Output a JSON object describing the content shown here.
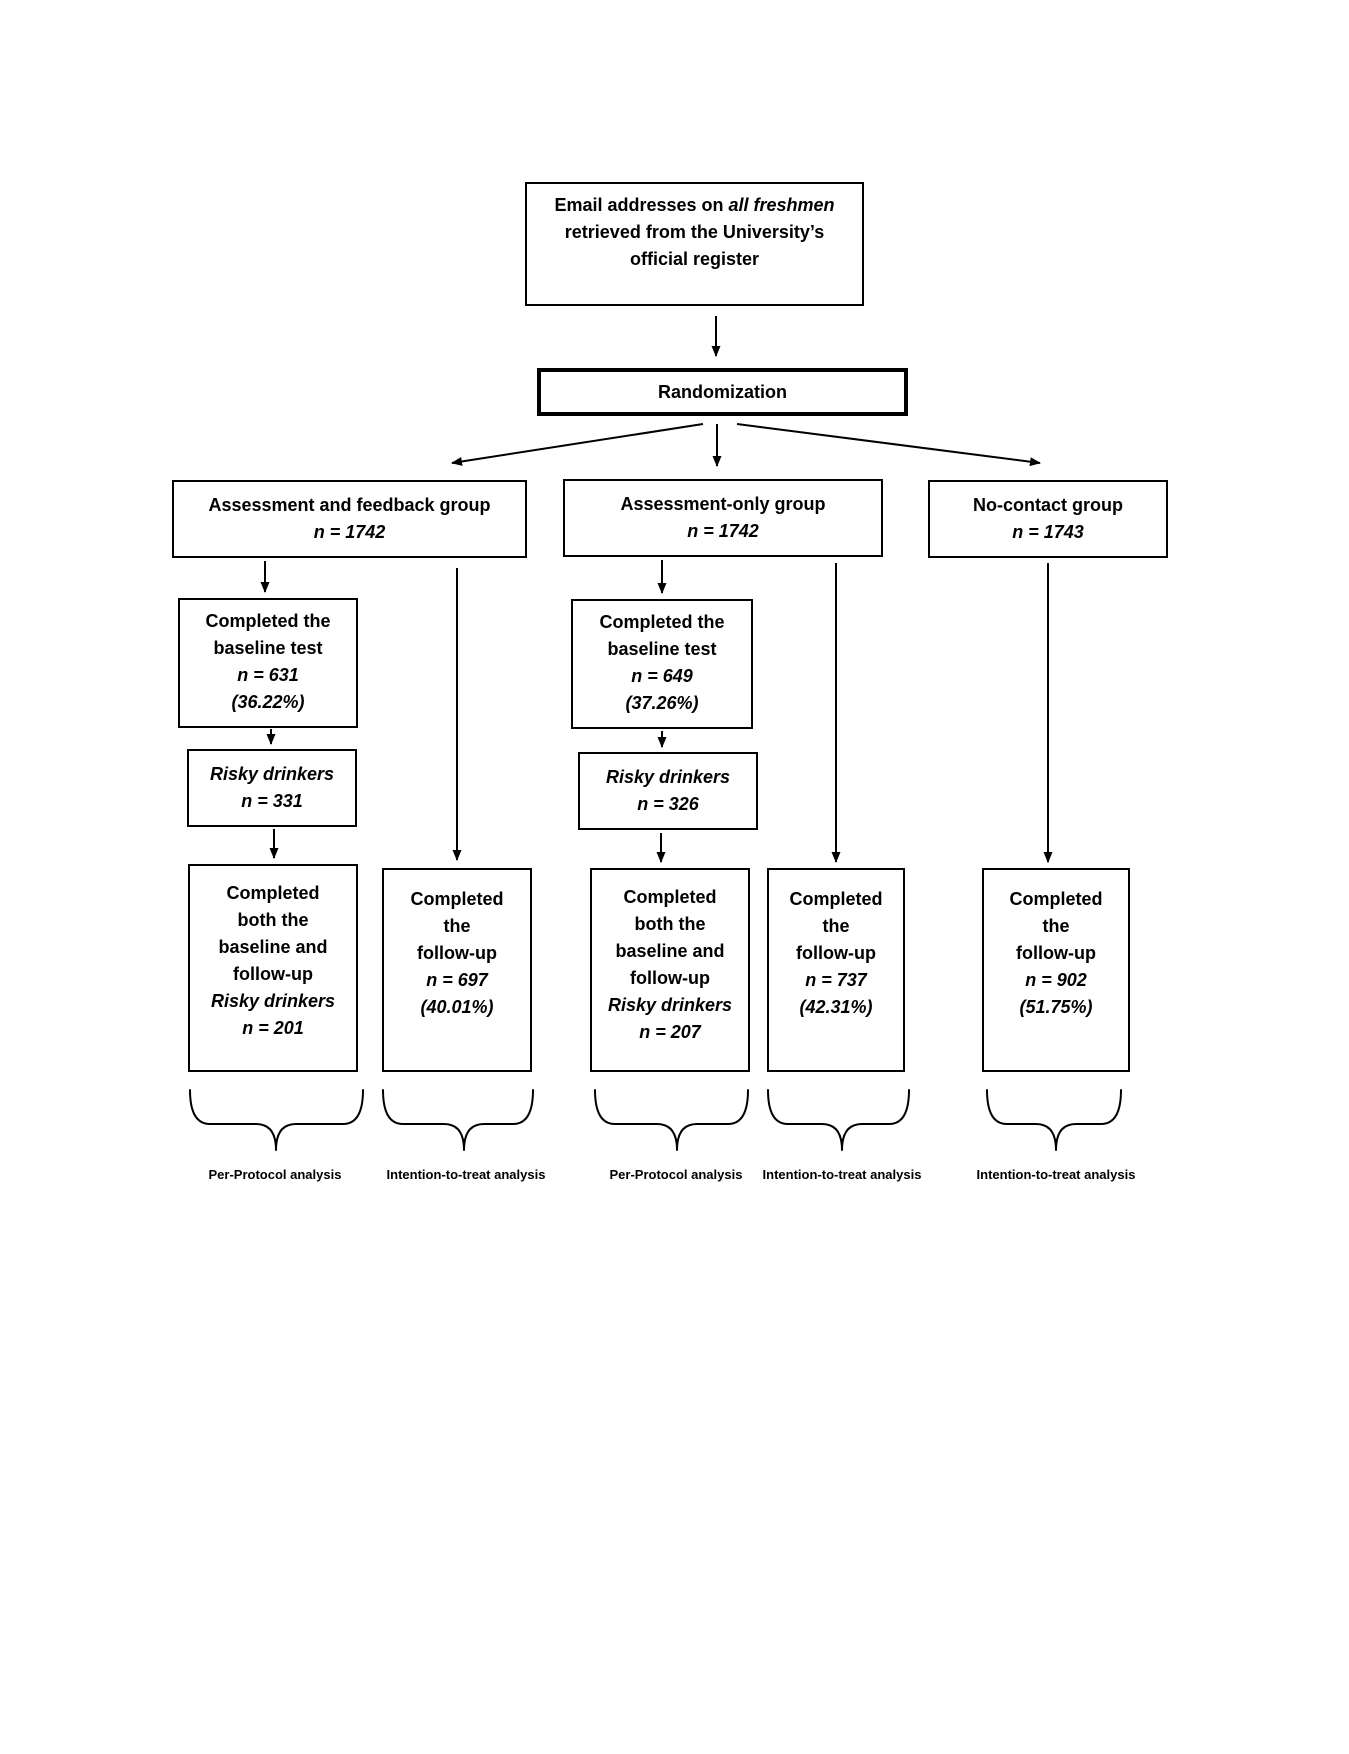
{
  "boxes": {
    "source": {
      "l1a": "Email addresses on ",
      "l1b": "all freshmen",
      "l2": "retrieved from the University’s",
      "l3": "official register"
    },
    "randomization": {
      "label": "Randomization"
    },
    "groups": [
      {
        "name": "Assessment and feedback group",
        "n": "n = 1742"
      },
      {
        "name": "Assessment-only group",
        "n": "n = 1742"
      },
      {
        "name": "No-contact group",
        "n": "n = 1743"
      }
    ],
    "baseline": [
      {
        "l1": "Completed the",
        "l2": "baseline test",
        "n": "n = 631",
        "pct": "(36.22%)"
      },
      {
        "l1": "Completed the",
        "l2": "baseline test",
        "n": "n = 649",
        "pct": "(37.26%)"
      }
    ],
    "risky": [
      {
        "label": "Risky drinkers",
        "n": "n = 331"
      },
      {
        "label": "Risky drinkers",
        "n": "n = 326"
      }
    ],
    "per_protocol": [
      {
        "l1": "Completed",
        "l2": "both the",
        "l3": "baseline and",
        "l4": "follow-up",
        "l5": "Risky drinkers",
        "n": "n = 201"
      },
      {
        "l1": "Completed",
        "l2": "both the",
        "l3": "baseline and",
        "l4": "follow-up",
        "l5": "Risky drinkers",
        "n": "n = 207"
      }
    ],
    "follow_up": [
      {
        "l1": "Completed",
        "l2": "the",
        "l3": "follow-up",
        "n": "n = 697",
        "pct": "(40.01%)"
      },
      {
        "l1": "Completed",
        "l2": "the",
        "l3": "follow-up",
        "n": "n = 737",
        "pct": "(42.31%)"
      },
      {
        "l1": "Completed",
        "l2": "the",
        "l3": "follow-up",
        "n": "n = 902",
        "pct": "(51.75%)"
      }
    ]
  },
  "analysis_labels": [
    "Per-Protocol analysis",
    "Intention-to-treat analysis",
    "Per-Protocol analysis",
    "Intention-to-treat analysis",
    "Intention-to-treat analysis"
  ],
  "colors": {
    "line": "#000000",
    "text": "#000000",
    "background": "#ffffff"
  }
}
